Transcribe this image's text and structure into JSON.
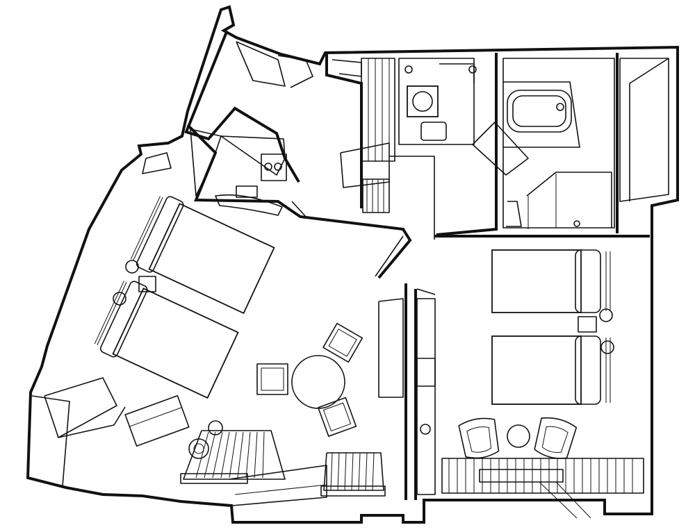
{
  "drawing": {
    "colors": {
      "ink": "#111111",
      "paper": "#ffffff"
    },
    "rooms": [
      {
        "kind": "living-area",
        "beds": 2
      },
      {
        "kind": "bedroom",
        "beds": 2
      },
      {
        "kind": "bathroom"
      },
      {
        "kind": "shower-room"
      },
      {
        "kind": "entrance-hall"
      },
      {
        "kind": "wardrobe"
      }
    ],
    "furniture": {
      "beds": 4,
      "lounge_chairs": 3,
      "armchairs": 2,
      "round_tables": 2,
      "radiators": 3,
      "lamps": 5
    }
  }
}
